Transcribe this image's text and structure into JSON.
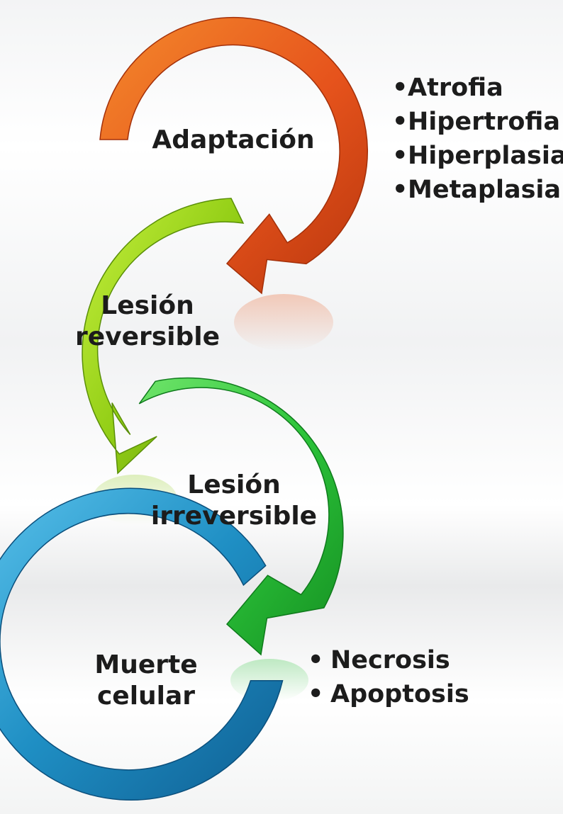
{
  "stages": [
    {
      "label_line1": "Adaptación",
      "label_line2": "",
      "color": "#e8561a"
    },
    {
      "label_line1": "Lesión",
      "label_line2": "reversible",
      "color": "#8fcb1a"
    },
    {
      "label_line1": "Lesión",
      "label_line2": "irreversible",
      "color": "#2cc43a"
    },
    {
      "label_line1": "Muerte",
      "label_line2": "celular",
      "color": "#1f8fc4"
    }
  ],
  "adaptation_list": [
    "Atrofia",
    "Hipertrofia",
    "Hiperplasia",
    "Metaplasia"
  ],
  "death_list": [
    "Necrosis",
    "Apoptosis"
  ],
  "bullet_char": "•"
}
